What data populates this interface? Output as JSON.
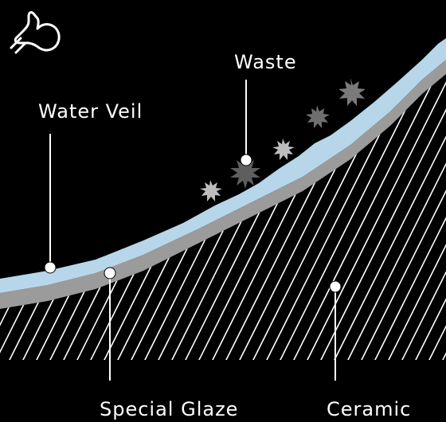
{
  "labels": {
    "water_veil": "Water Veil",
    "waste": "Waste",
    "special_glaze": "Special Glaze",
    "ceramic": "Ceramic"
  },
  "colors": {
    "background": "#000000",
    "water_veil": "#b7d6ea",
    "special_glaze": "#9b9b9b",
    "ceramic_hatch": "#ffffff",
    "waste_particles": [
      "#7a7a7a",
      "#bdbdbd",
      "#5e5e5e"
    ],
    "marker": "#ffffff"
  },
  "icons": {
    "corner_icon": "lightbulb-icon"
  }
}
